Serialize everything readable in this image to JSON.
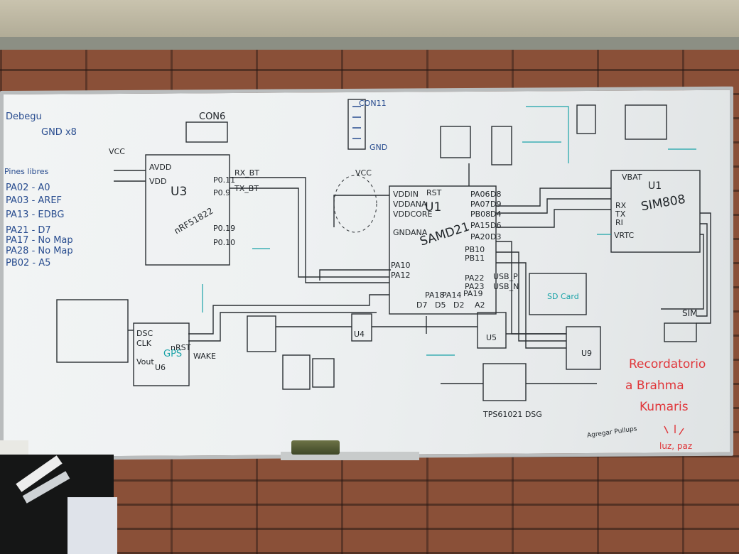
{
  "scene": "whiteboard-schematic-photo",
  "colors": {
    "ink_black": "#1f2428",
    "ink_teal": "#1aa3a8",
    "ink_blue": "#284c8f",
    "ink_red": "#e0363a",
    "board": "#eef1f2",
    "brick": "#8a5038"
  },
  "pin_notes": {
    "title": "Pines libres",
    "items": [
      "PA02 - A0",
      "PA03 - AREF",
      "PA13 - EDBG",
      "PA21 - D7",
      "PA17 - No Map",
      "PA28 - No Map",
      "PB02 - A5"
    ],
    "top_lines": [
      "Debegu",
      "GND x8",
      "Pines libres"
    ]
  },
  "components": {
    "con6": "CON6",
    "con11": "CON11",
    "u3": "U3",
    "nrf": "nRF51822",
    "u1_mcu": "U1",
    "samd21": "SAMD21",
    "u1_gsm": "U1",
    "sim808": "SIM808",
    "u6": "U6",
    "gps": "GPS",
    "sim": "SIM",
    "u4": "U4",
    "u9": "U9",
    "u5": "U5",
    "tps": "TPS61021 DSG",
    "sd": "SD Card",
    "vcc": "VCC",
    "gnd": "GND"
  },
  "pins": {
    "avdd": "AVDD",
    "vdd": "VDD",
    "vddin": "VDDIN",
    "vddana": "VDDANA",
    "vddcore": "VDDCORE",
    "gndana": "GNDANA",
    "rst": "RST",
    "pa06": "PA06",
    "pa07": "PA07",
    "pb08": "PB08",
    "pa15": "PA15",
    "pa20": "PA20",
    "pb10": "PB10",
    "pb11": "PB11",
    "pa10": "PA10",
    "pa12": "PA12",
    "pa22": "PA22",
    "pa23": "PA23",
    "pa18": "PA18",
    "pa19": "PA19",
    "pa14": "PA14",
    "p09": "P0.9",
    "p011": "P0.11",
    "p019": "P0.19",
    "p010": "P0.10",
    "rx_bt": "RX_BT",
    "tx_bt": "TX_BT",
    "vbat": "VBAT",
    "rx": "RX",
    "tx": "TX",
    "ri": "RI",
    "vrtc": "VRTC",
    "nrst": "nRST",
    "dsc": "DSC",
    "clk": "CLK",
    "vout": "Vout",
    "wake": "WAKE",
    "usb_p": "USB_P",
    "usb_n": "USB_N",
    "d5": "D5",
    "d7": "D7",
    "d2": "D2",
    "a2": "A2",
    "d8": "D8",
    "d9": "D9",
    "d4": "D4",
    "d6": "D6",
    "d3": "D3"
  },
  "reminder": {
    "title": "Recordatorio",
    "line2": "a Brahma",
    "line3": "Kumaris",
    "line4": "luz, paz"
  },
  "small_note": "Agregar Pullups"
}
